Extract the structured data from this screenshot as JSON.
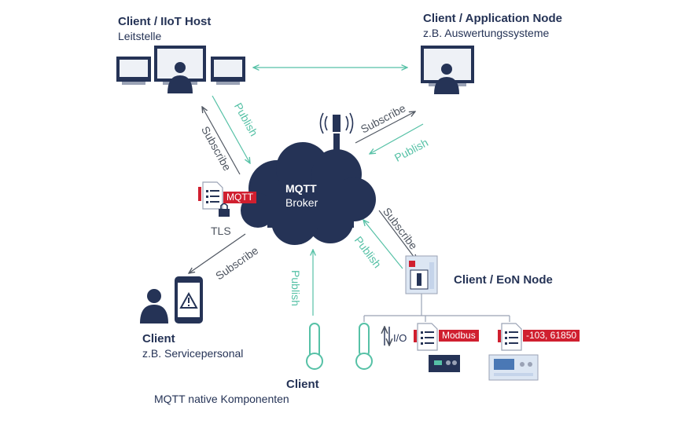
{
  "nodes": {
    "iiot_host": {
      "title": "Client / IIoT Host",
      "subtitle": "Leitstelle"
    },
    "application_node": {
      "title": "Client / Application Node",
      "subtitle": "z.B. Auswertungssysteme"
    },
    "broker": {
      "title": "MQTT",
      "subtitle": "Broker"
    },
    "eon_node": {
      "title": "Client / EoN Node"
    },
    "service": {
      "title": "Client",
      "subtitle": "z.B. Servicepersonal"
    },
    "native": {
      "title": "Client",
      "subtitle": "MQTT native Komponenten"
    }
  },
  "labels": {
    "mqtt_tag": "MQTT",
    "tls": "TLS",
    "io": "I/O",
    "modbus": "Modbus",
    "iec": "-103, 61850"
  },
  "edges": {
    "host_publish": "Publish",
    "host_subscribe": "Subscribe",
    "app_subscribe": "Subscribe",
    "app_publish": "Publish",
    "eon_subscribe": "Subscribe",
    "eon_publish": "Publish",
    "service_subscribe": "Subscribe",
    "native_publish": "Publish"
  },
  "colors": {
    "navy": "#253356",
    "teal": "#56c1a6",
    "gray_arrow": "#4f5661",
    "red_tag": "#d01f2f"
  }
}
